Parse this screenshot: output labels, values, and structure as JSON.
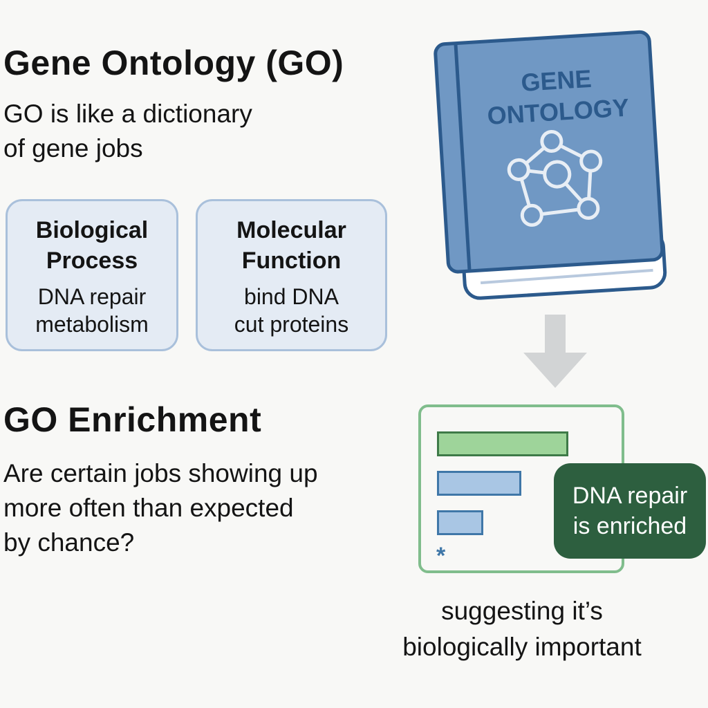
{
  "title": "Gene Ontology (GO)",
  "intro": [
    "GO is like a dictionary",
    "of gene jobs"
  ],
  "categories": [
    {
      "title": [
        "Biological",
        "Process"
      ],
      "examples": [
        "DNA repair",
        "metabolism"
      ]
    },
    {
      "title": [
        "Molecular",
        "Function"
      ],
      "examples": [
        "bind DNA",
        "cut proteins"
      ]
    }
  ],
  "book": {
    "title_lines": [
      "GENE",
      "ONTOLOGY"
    ],
    "icon": "network-graph-icon"
  },
  "enrichment": {
    "title": "GO Enrichment",
    "question": [
      "Are certain jobs showing up",
      "more often than expected",
      "by chance?"
    ],
    "bars": [
      {
        "value": 1.0,
        "color": "green"
      },
      {
        "value": 0.64,
        "color": "blue"
      },
      {
        "value": 0.35,
        "color": "blue"
      }
    ],
    "asterisk": "*",
    "badge": [
      "DNA repair",
      "is enriched"
    ],
    "caption": [
      "suggesting it’s",
      "biologically important"
    ]
  },
  "colors": {
    "blue": "#6f96c3",
    "dark_blue": "#2c5a8c",
    "green": "#2d5f3f",
    "arrow": "#d2d4d5"
  }
}
